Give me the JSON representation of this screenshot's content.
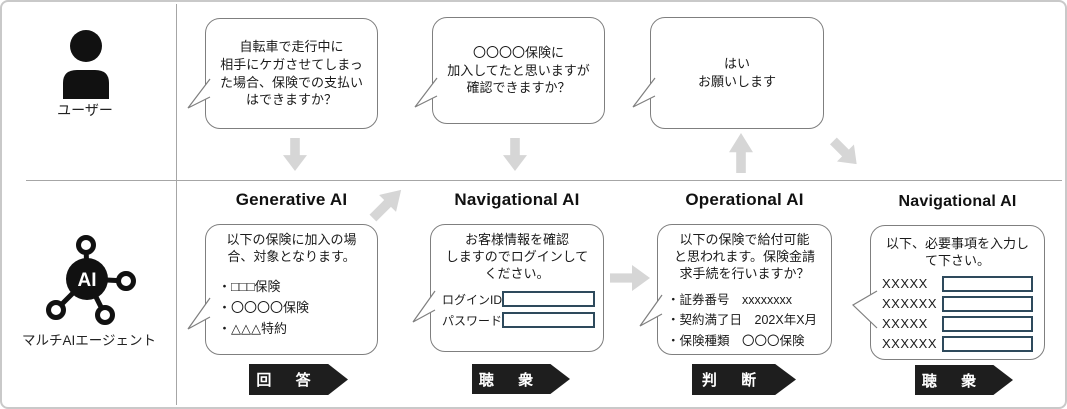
{
  "colors": {
    "badge_bg": "#1e1e1e",
    "arrow_gray": "#d6d6d6",
    "bubble_border": "#7f7f7f",
    "input_border": "#2e4a5c",
    "divider": "#a6a6a6"
  },
  "lanes": {
    "user_label": "ユーザー",
    "agent_label": "マルチAIエージェント",
    "agent_icon_text": "AI"
  },
  "user_row": {
    "bubble1": "自転車で走行中に\n相手にケガさせてしまっ\nた場合、保険での支払い\nはできますか？",
    "bubble2": "〇〇〇〇保険に\n加入してたと思いますが\n確認できますか？",
    "bubble3": "はい\nお願いします"
  },
  "sections": [
    {
      "title": "Generative AI",
      "intro": "以下の保険に加入の場\n合、対象となります。",
      "items": [
        "・□□□保険",
        "・〇〇〇〇保険",
        "・△△△特約"
      ],
      "badge": "回 答"
    },
    {
      "title": "Navigational AI",
      "intro": "お客様情報を確認\nしますのでログインして\nください。",
      "fields": [
        {
          "label": "ログインID",
          "value": ""
        },
        {
          "label": "パスワード",
          "value": ""
        }
      ],
      "badge": "聴 衆"
    },
    {
      "title": "Operational AI",
      "intro": "以下の保険で給付可能\nと思われます。保険金請\n求手続を行いますか？",
      "items": [
        "・証券番号　xxxxxxxx",
        "・契約満了日　202X年X月",
        "・保険種類　〇〇〇保険"
      ],
      "badge": "判 断"
    },
    {
      "title": "Navigational AI",
      "intro": "以下、必要事項を入力し\nて下さい。",
      "fields": [
        {
          "label": "XXXXX",
          "value": ""
        },
        {
          "label": "XXXXXX",
          "value": ""
        },
        {
          "label": "XXXXX",
          "value": ""
        },
        {
          "label": "XXXXXX",
          "value": ""
        }
      ],
      "badge": "聴 衆"
    }
  ]
}
